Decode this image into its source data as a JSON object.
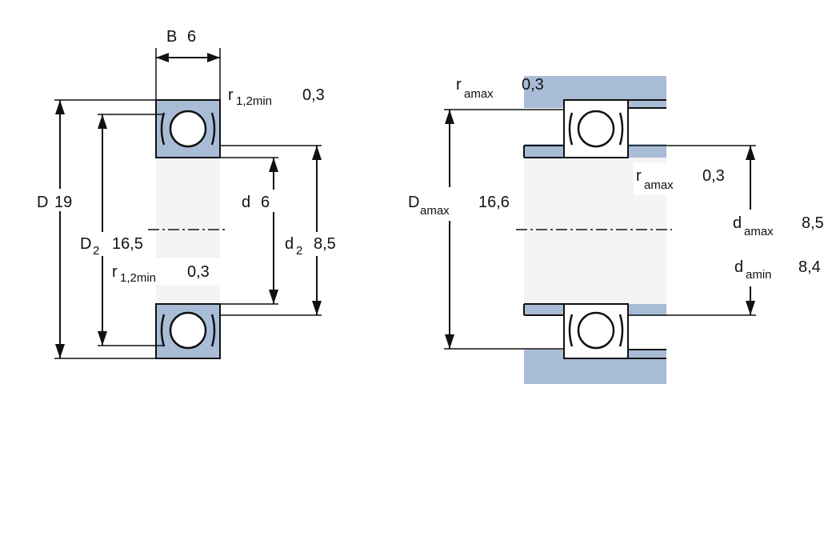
{
  "left_view": {
    "B": {
      "symbol": "B",
      "value": "6"
    },
    "D": {
      "symbol": "D",
      "value": "19"
    },
    "D2": {
      "symbol": "D",
      "sub": "2",
      "value": "16,5"
    },
    "d": {
      "symbol": "d",
      "value": "6"
    },
    "d2": {
      "symbol": "d",
      "sub": "2",
      "value": "8,5"
    },
    "r_top": {
      "symbol": "r",
      "sub": "1,2min",
      "value": "0,3"
    },
    "r_bottom": {
      "symbol": "r",
      "sub": "1,2min",
      "value": "0,3"
    }
  },
  "right_view": {
    "ra_top": {
      "symbol": "r",
      "sub": "amax",
      "value": "0,3"
    },
    "ra_mid": {
      "symbol": "r",
      "sub": "amax",
      "value": "0,3"
    },
    "Da": {
      "symbol": "D",
      "sub": "amax",
      "value": "16,6"
    },
    "da_max": {
      "symbol": "d",
      "sub": "amax",
      "value": "8,5"
    },
    "da_min": {
      "symbol": "d",
      "sub": "amin",
      "value": "8,4"
    }
  },
  "colors": {
    "ring_fill": "#a9bcd6",
    "line": "#111111",
    "background": "#ffffff"
  }
}
